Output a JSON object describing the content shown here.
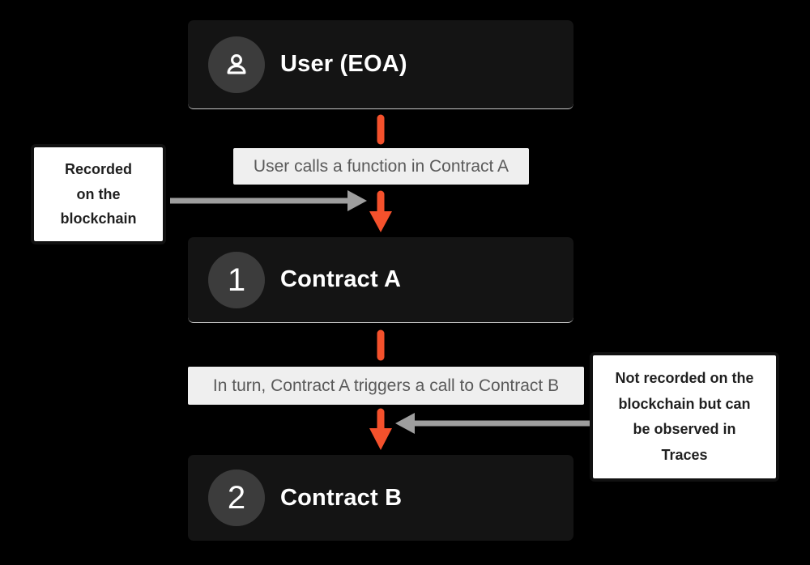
{
  "palette": {
    "background": "#000000",
    "node_background": "#141414",
    "circle_background": "#3c3c3c",
    "accent_orange": "#f4512c",
    "connector_gray": "#9e9e9e",
    "label_background": "#efefef",
    "label_text": "#5a5a5a",
    "note_background": "#ffffff",
    "note_border": "#111111",
    "title_text": "#ffffff"
  },
  "nodes": [
    {
      "title": "User (EOA)",
      "icon": "person-icon"
    },
    {
      "title": "Contract A",
      "badge": "1"
    },
    {
      "title": "Contract B",
      "badge": "2"
    }
  ],
  "edge_labels": [
    "User calls a function in Contract A",
    "In turn, Contract A triggers a call to Contract B"
  ],
  "notes": {
    "left": {
      "text": "Recorded\non the\nblockchain"
    },
    "right": {
      "text": "Not recorded on the\nblockchain but can\nbe observed in\nTraces"
    }
  }
}
